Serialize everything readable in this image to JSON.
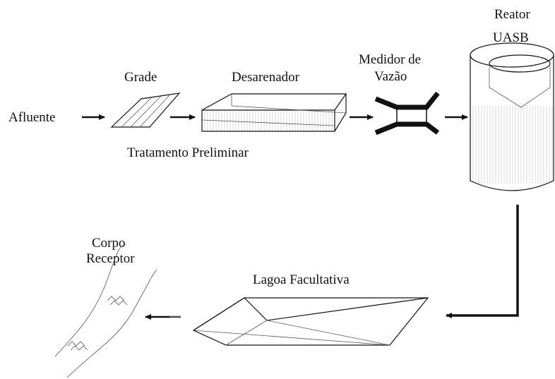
{
  "labels": {
    "afluente": "Afluente",
    "grade": "Grade",
    "desarenador": "Desarenador",
    "tratamento_preliminar": "Tratamento Preliminar",
    "medidor_line1": "Medidor de",
    "medidor_line2": "Vazão",
    "reator_line1": "Reator",
    "reator_line2": "UASB",
    "lagoa": "Lagoa Facultativa",
    "corpo_line1": "Corpo",
    "corpo_line2": "Receptor"
  }
}
